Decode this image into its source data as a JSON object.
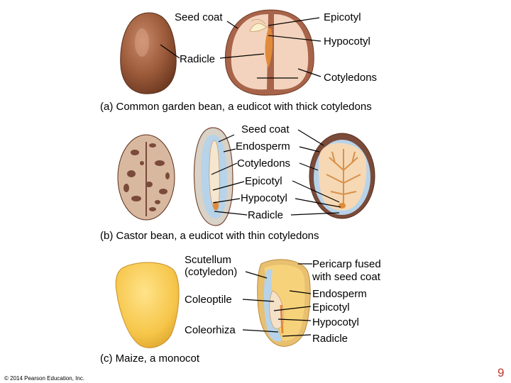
{
  "panel_a": {
    "labels": {
      "seed_coat": "Seed coat",
      "epicotyl": "Epicotyl",
      "hypocotyl": "Hypocotyl",
      "radicle": "Radicle",
      "cotyledons": "Cotyledons"
    },
    "caption": "(a) Common garden bean, a eudicot with thick cotyledons"
  },
  "panel_b": {
    "labels": {
      "seed_coat": "Seed coat",
      "endosperm": "Endosperm",
      "cotyledons": "Cotyledons",
      "epicotyl": "Epicotyl",
      "hypocotyl": "Hypocotyl",
      "radicle": "Radicle"
    },
    "caption": "(b) Castor bean, a eudicot with thin cotyledons"
  },
  "panel_c": {
    "labels": {
      "scutellum_line1": "Scutellum",
      "scutellum_line2": "(cotyledon)",
      "coleoptile": "Coleoptile",
      "coleorhiza": "Coleorhiza",
      "pericarp_line1": "Pericarp fused",
      "pericarp_line2": "with seed coat",
      "endosperm": "Endosperm",
      "epicotyl": "Epicotyl",
      "hypocotyl": "Hypocotyl",
      "radicle": "Radicle"
    },
    "caption": "(c) Maize, a monocot"
  },
  "footer": {
    "copyright": "© 2014 Pearson Education, Inc.",
    "page_number": "9"
  },
  "colors": {
    "bean_coat": "#9b5a3a",
    "bean_flesh": "#f3d3bd",
    "embryo": "#e08a3a",
    "castor_coat": "#7a4a3a",
    "endosperm_blue": "#b7d3ea",
    "maize_yellow": "#f6c64a",
    "page_number": "#c0392b"
  }
}
